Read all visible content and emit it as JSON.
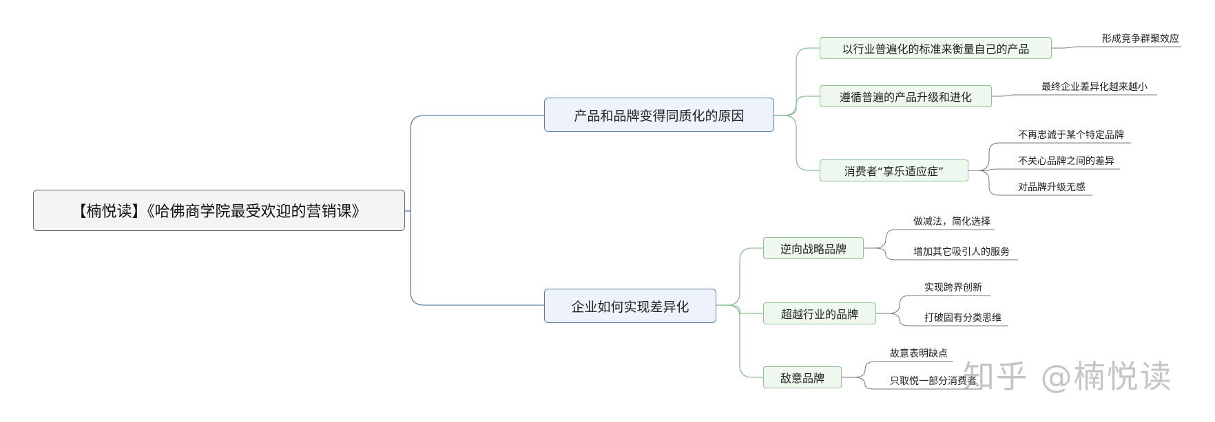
{
  "root": "【楠悦读】《哈佛商学院最受欢迎的营销课》",
  "branches": [
    {
      "label": "产品和品牌变得同质化的原因",
      "children": [
        {
          "label": "以行业普遍化的标准来衡量自己的产品",
          "leaves": [
            "形成竞争群聚效应"
          ]
        },
        {
          "label": "遵循普遍的产品升级和进化",
          "leaves": [
            "最终企业差异化越来越小"
          ]
        },
        {
          "label": "消费者“享乐适应症”",
          "leaves": [
            "不再忠诚于某个特定品牌",
            "不关心品牌之间的差异",
            "对品牌升级无感"
          ]
        }
      ]
    },
    {
      "label": "企业如何实现差异化",
      "children": [
        {
          "label": "逆向战略品牌",
          "leaves": [
            "做减法，简化选择",
            "增加其它吸引人的服务"
          ]
        },
        {
          "label": "超越行业的品牌",
          "leaves": [
            "实现跨界创新",
            "打破固有分类思维"
          ]
        },
        {
          "label": "敌意品牌",
          "leaves": [
            "故意表明缺点",
            "只取悦一部分消费者"
          ]
        }
      ]
    }
  ],
  "watermark": "知乎 @楠悦读",
  "colors": {
    "root_line": "#5a7fa8",
    "branch_line": "#8fbf95",
    "leaf_line": "#777777"
  }
}
